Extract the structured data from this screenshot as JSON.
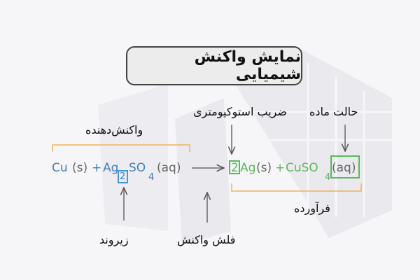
{
  "title": "نمایش واکنش شیمیایی",
  "labels": {
    "reactants": "واکنش‌دهنده",
    "products": "فرآورده",
    "coefficient": "ضریب استوکیومتری",
    "state": "حالت ماده",
    "subscript": "زیروند",
    "arrow": "فلش واکنش"
  },
  "equation": {
    "cu": "Cu",
    "cu_state": "(s)",
    "plus1": "+",
    "ag": "Ag",
    "ag_sub": "2",
    "so": "SO",
    "so_sub": "4",
    "aq1": "(aq)",
    "coef": "2",
    "ag2": "Ag",
    "ag2_state": "(s)",
    "plus2": "+",
    "cuso": "CuSO",
    "cuso_sub": "4",
    "aq2": "(aq)"
  },
  "colors": {
    "reactant": "#3f7fbf",
    "product": "#5cb85c",
    "bracket": "#f0b35a",
    "arrow": "#666666",
    "watermark": "#e9e9ee"
  }
}
